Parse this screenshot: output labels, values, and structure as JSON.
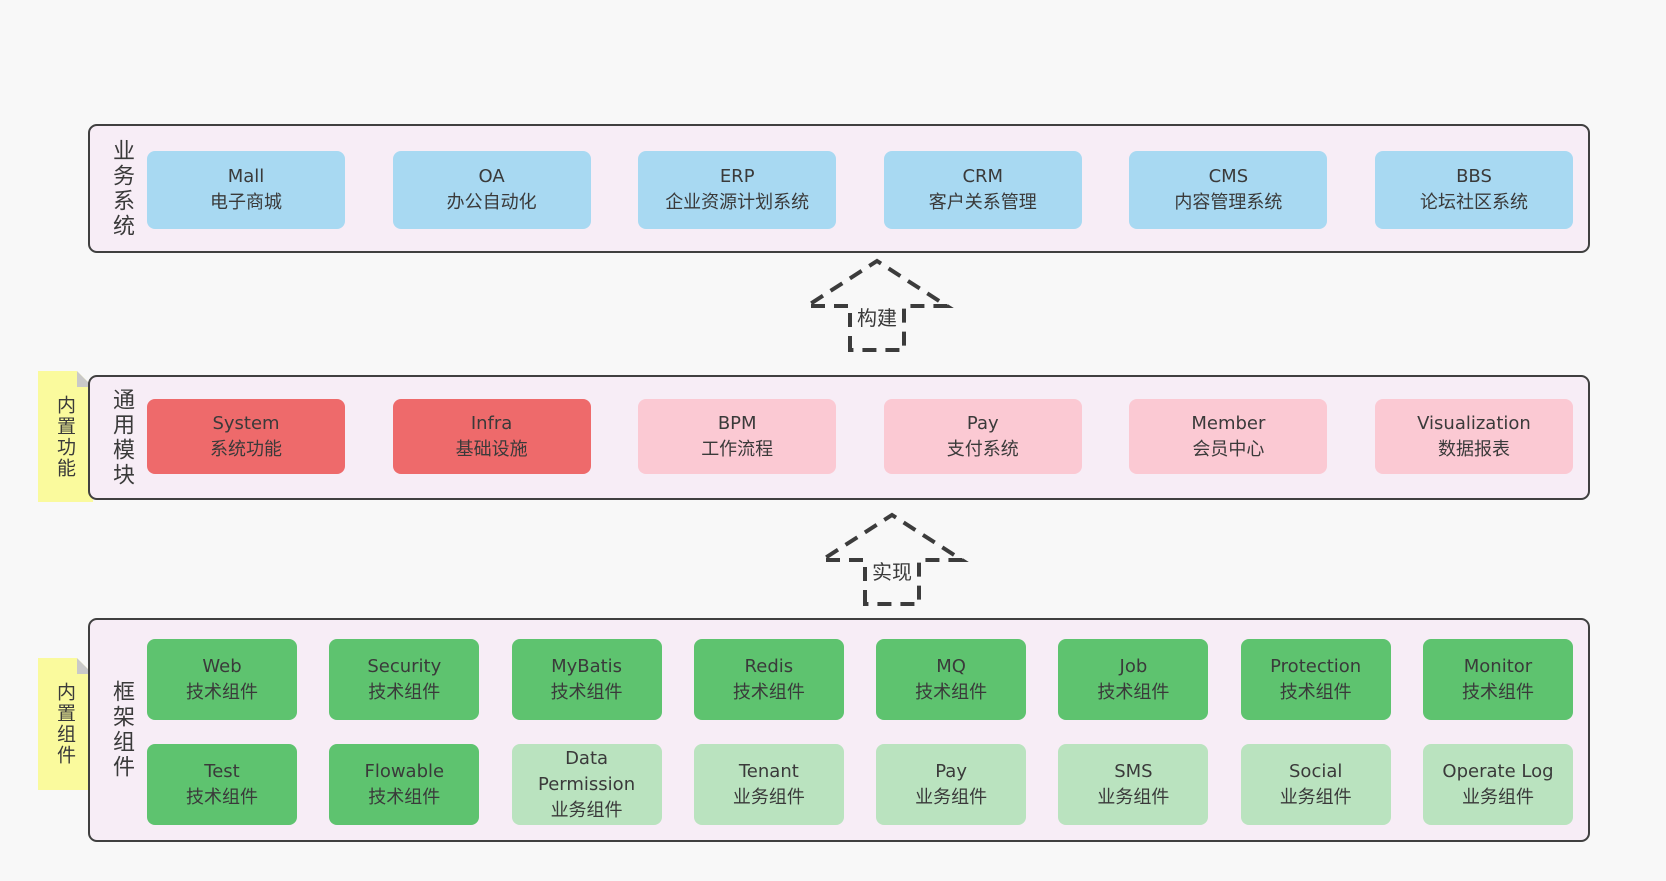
{
  "colors": {
    "page_bg": "#F8F8F8",
    "panel_bg": "#F7EDF6",
    "panel_border": "#404040",
    "blue_box": "#A8D9F2",
    "red_box": "#EE6A6B",
    "pink_box": "#FBC9D3",
    "green_box": "#5EC36F",
    "light_green_box": "#BAE3BF",
    "note_yellow": "#FAFA9D",
    "note_fold": "#C9C9C9",
    "text": "#3A3A3A"
  },
  "arrows": [
    {
      "label": "构建"
    },
    {
      "label": "实现"
    }
  ],
  "layers": [
    {
      "label": "业务系统",
      "items": [
        {
          "en": "Mall",
          "zh": "电子商城"
        },
        {
          "en": "OA",
          "zh": "办公自动化"
        },
        {
          "en": "ERP",
          "zh": "企业资源计划系统"
        },
        {
          "en": "CRM",
          "zh": "客户关系管理"
        },
        {
          "en": "CMS",
          "zh": "内容管理系统"
        },
        {
          "en": "BBS",
          "zh": "论坛社区系统"
        }
      ]
    },
    {
      "label": "通用模块",
      "note": "内置功能",
      "items": [
        {
          "en": "System",
          "zh": "系统功能"
        },
        {
          "en": "Infra",
          "zh": "基础设施"
        },
        {
          "en": "BPM",
          "zh": "工作流程"
        },
        {
          "en": "Pay",
          "zh": "支付系统"
        },
        {
          "en": "Member",
          "zh": "会员中心"
        },
        {
          "en": "Visualization",
          "zh": "数据报表"
        }
      ]
    },
    {
      "label": "框架组件",
      "note": "内置组件",
      "rows": [
        [
          {
            "en": "Web",
            "zh": "技术组件"
          },
          {
            "en": "Security",
            "zh": "技术组件"
          },
          {
            "en": "MyBatis",
            "zh": "技术组件"
          },
          {
            "en": "Redis",
            "zh": "技术组件"
          },
          {
            "en": "MQ",
            "zh": "技术组件"
          },
          {
            "en": "Job",
            "zh": "技术组件"
          },
          {
            "en": "Protection",
            "zh": "技术组件"
          },
          {
            "en": "Monitor",
            "zh": "技术组件"
          }
        ],
        [
          {
            "en": "Test",
            "zh": "技术组件"
          },
          {
            "en": "Flowable",
            "zh": "技术组件"
          },
          {
            "en": "Data Permission",
            "zh": "业务组件"
          },
          {
            "en": "Tenant",
            "zh": "业务组件"
          },
          {
            "en": "Pay",
            "zh": "业务组件"
          },
          {
            "en": "SMS",
            "zh": "业务组件"
          },
          {
            "en": "Social",
            "zh": "业务组件"
          },
          {
            "en": "Operate Log",
            "zh": "业务组件"
          }
        ]
      ]
    }
  ]
}
